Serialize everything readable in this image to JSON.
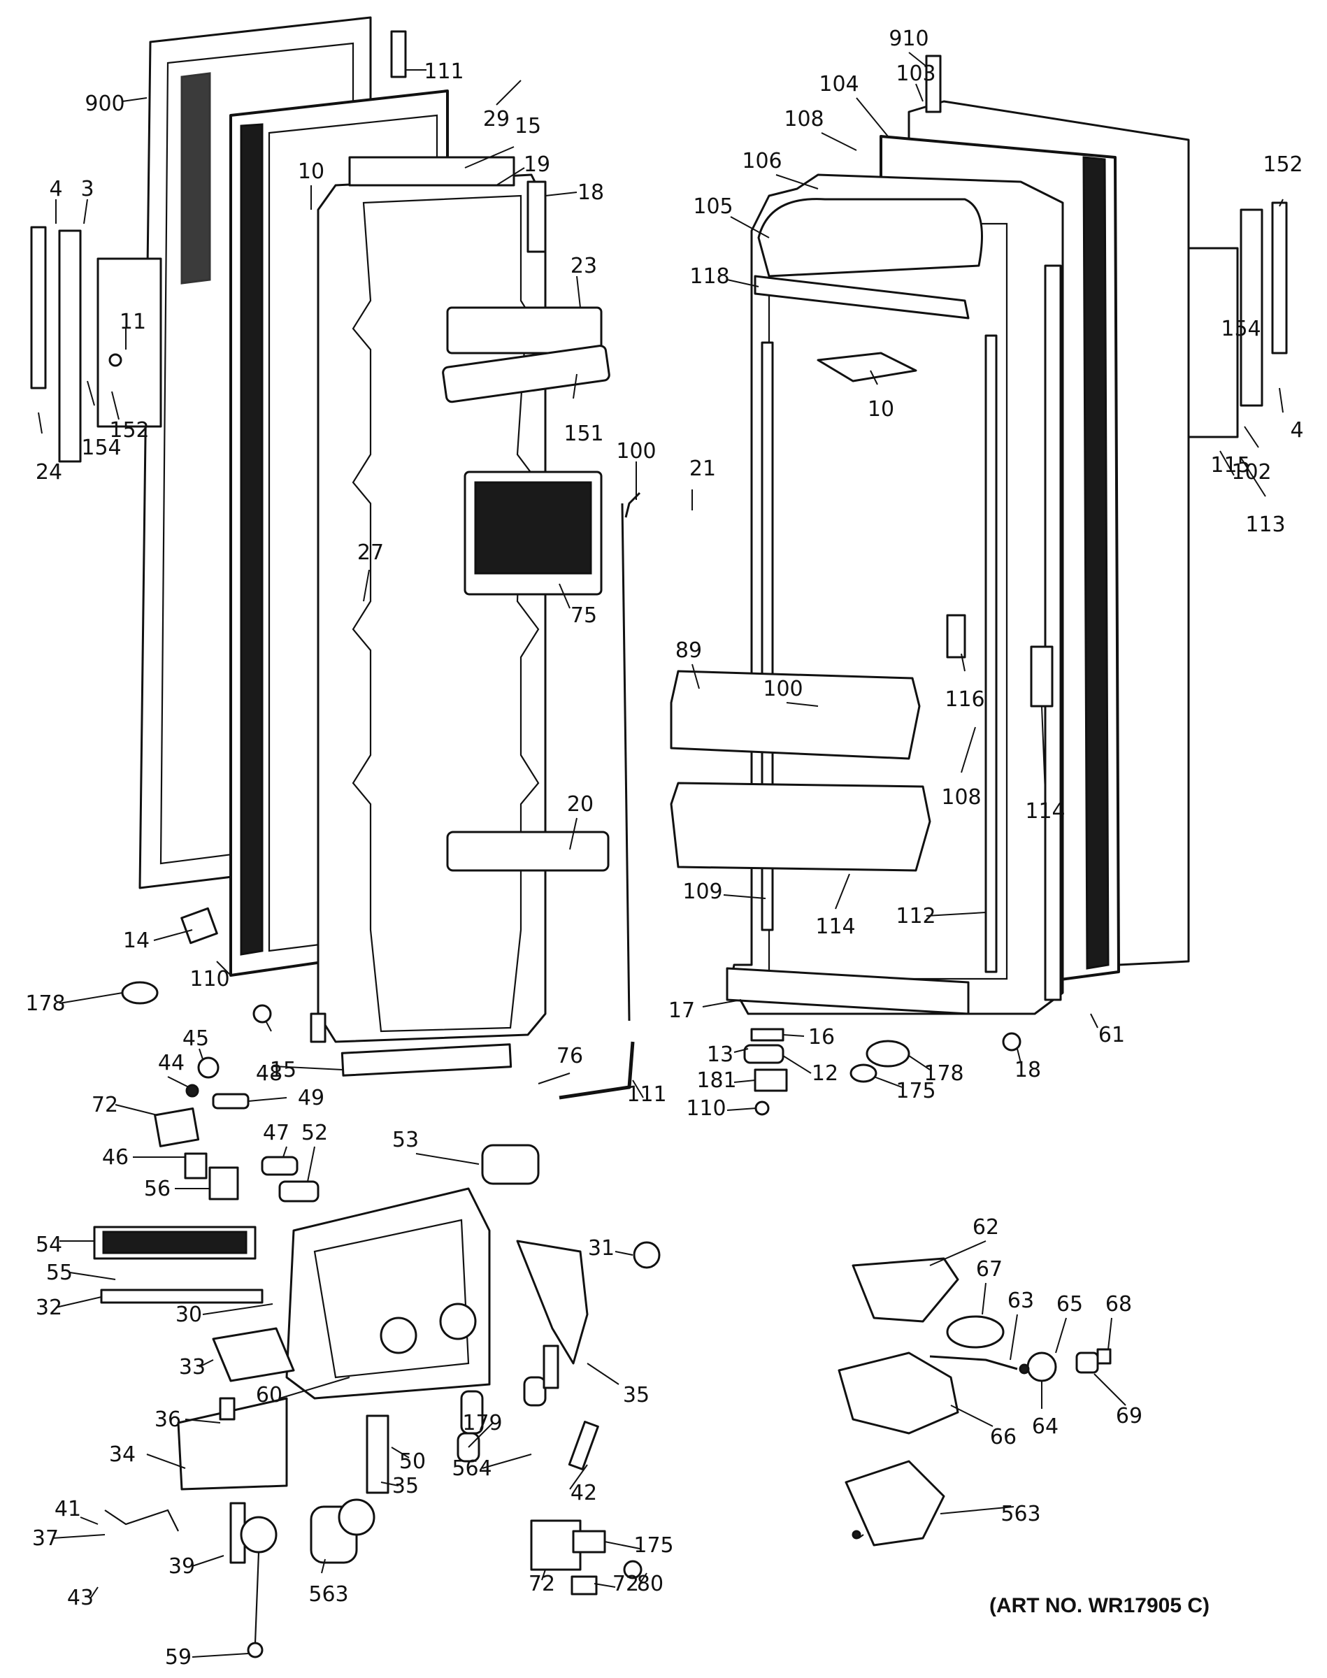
{
  "art_number": "(ART NO. WR17905 C)",
  "callouts": [
    "900",
    "111",
    "29",
    "15",
    "19",
    "18",
    "10",
    "4",
    "3",
    "11",
    "152",
    "154",
    "24",
    "23",
    "151",
    "27",
    "75",
    "100",
    "21",
    "20",
    "14",
    "110",
    "178",
    "15",
    "48",
    "45",
    "44",
    "49",
    "72",
    "46",
    "47",
    "52",
    "56",
    "53",
    "54",
    "55",
    "32",
    "30",
    "31",
    "33",
    "60",
    "35",
    "179",
    "36",
    "34",
    "564",
    "50",
    "35",
    "42",
    "41",
    "37",
    "39",
    "563",
    "43",
    "59",
    "72",
    "175",
    "72",
    "80",
    "76",
    "111",
    "910",
    "103",
    "104",
    "108",
    "106",
    "105",
    "118",
    "10",
    "152",
    "154",
    "4",
    "102",
    "113",
    "115",
    "89",
    "100",
    "116",
    "108",
    "114",
    "109",
    "114",
    "112",
    "17",
    "13",
    "16",
    "12",
    "181",
    "110",
    "178",
    "175",
    "18",
    "61",
    "62",
    "67",
    "63",
    "65",
    "68",
    "66",
    "64",
    "69",
    "563"
  ]
}
